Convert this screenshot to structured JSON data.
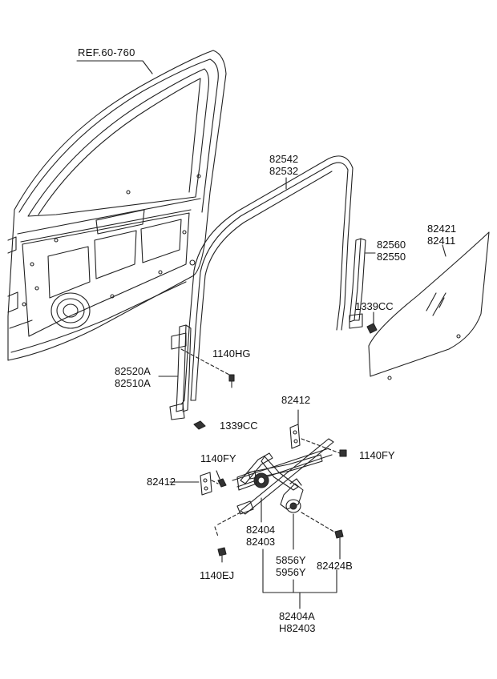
{
  "diagram": {
    "labels": {
      "ref": "REF.60-760",
      "glass_run_top": "82542",
      "glass_run_bottom": "82532",
      "glass_top": "82421",
      "glass_bottom": "82411",
      "rear_channel_top": "82560",
      "rear_channel_bottom": "82550",
      "clip_upper_right": "1339CC",
      "bolt_hg": "1140HG",
      "front_channel_top": "82520A",
      "front_channel_bottom": "82510A",
      "clip_lower": "1339CC",
      "bracket_upper": "82412",
      "bolt_fy_right": "1140FY",
      "bolt_fy_left": "1140FY",
      "bracket_lower": "82412",
      "regulator_top": "82404",
      "regulator_bottom": "82403",
      "motor_top": "5856Y",
      "motor_bottom": "5956Y",
      "screw_b": "82424B",
      "bolt_ej": "1140EJ",
      "assy_top": "82404A",
      "assy_bottom": "H82403"
    }
  }
}
